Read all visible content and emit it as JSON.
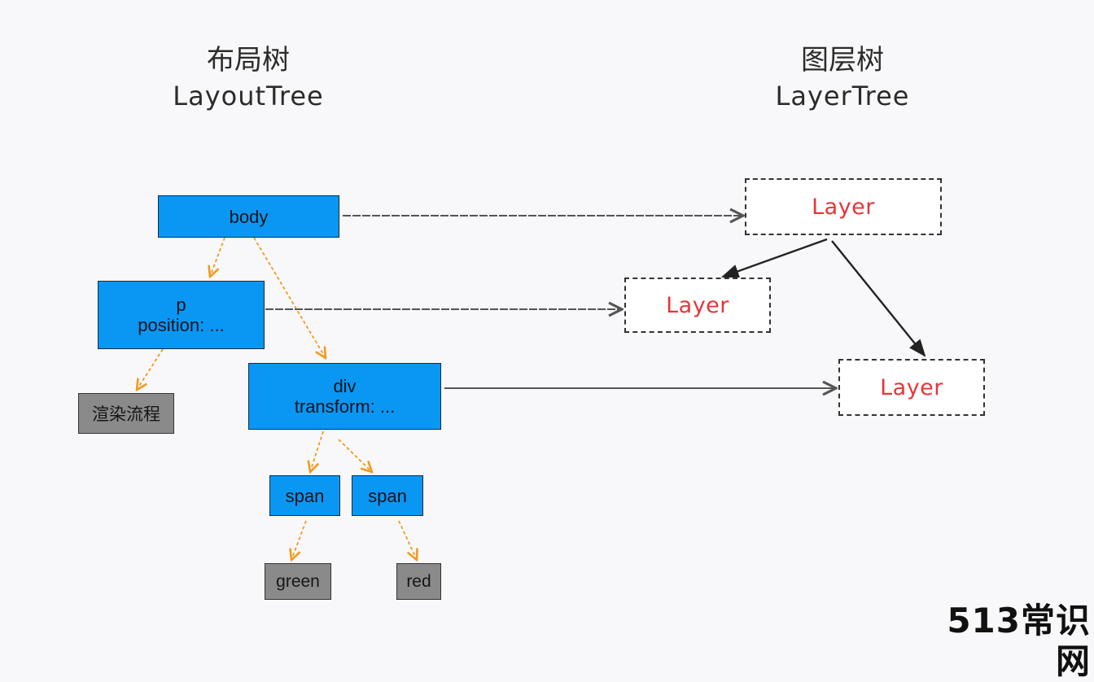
{
  "headings": {
    "layout_tree": {
      "zh": "布局树",
      "en": "LayoutTree"
    },
    "layer_tree": {
      "zh": "图层树",
      "en": "LayerTree"
    }
  },
  "layout_nodes": {
    "body": {
      "label": "body"
    },
    "p": {
      "line1": "p",
      "line2": "position: ..."
    },
    "div": {
      "line1": "div",
      "line2": "transform: ..."
    },
    "span_1": {
      "label": "span"
    },
    "span_2": {
      "label": "span"
    },
    "render_process": {
      "label": "渲染流程"
    },
    "green": {
      "label": "green"
    },
    "red": {
      "label": "red"
    }
  },
  "layer_nodes": {
    "top": {
      "label": "Layer"
    },
    "middle": {
      "label": "Layer"
    },
    "bottom": {
      "label": "Layer"
    }
  },
  "watermark": "513常识网",
  "colors": {
    "layout_node_fill": "#0a97f4",
    "text_node_fill": "#8a8a8a",
    "layer_label": "#e5353a",
    "tree_edge": "#f29a1d",
    "mapping_edge": "#555555"
  }
}
